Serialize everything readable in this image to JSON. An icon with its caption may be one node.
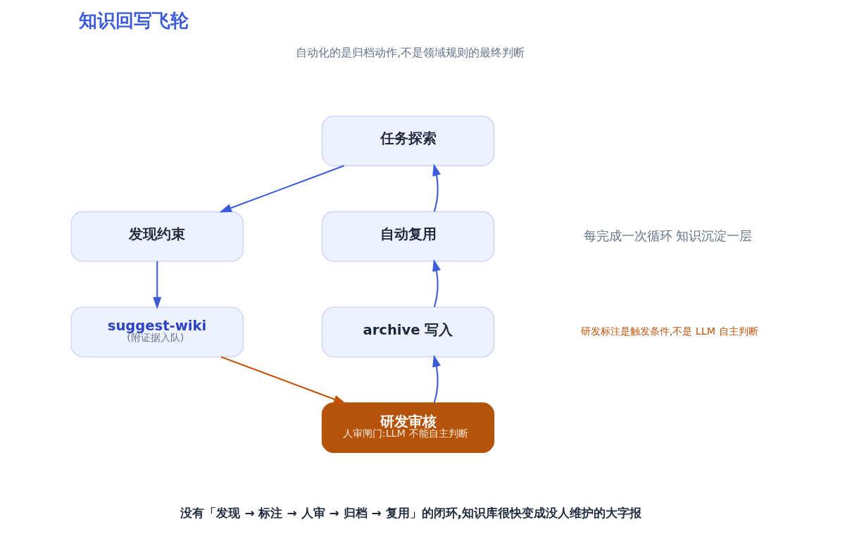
{
  "diagram": {
    "title": "知识回写飞轮",
    "caption": "没有「发现 → 标注 → 人审 → 归档 → 复用」的闭环,知识库很快变成没人维护的大字报",
    "nodes": [
      {
        "text": [
          "任务探索"
        ]
      },
      {
        "text": [
          "发现约束"
        ]
      },
      {
        "text": [
          "suggest-wiki",
          "(附证据入队)"
        ]
      },
      {
        "text": [
          "研发审核",
          "人审闸门:LLM 不能自主判断"
        ]
      },
      {
        "text": [
          "archive 写入"
        ]
      },
      {
        "text": [
          "自动复用"
        ]
      }
    ],
    "edges": [
      {
        "from": 0,
        "to": 1,
        "arrow": "to"
      },
      {
        "from": 1,
        "to": 2,
        "arrow": "to"
      },
      {
        "from": 2,
        "to": 3,
        "arrow": "to",
        "color": "#c2540a"
      },
      {
        "from": 3,
        "to": 4,
        "arrow": "to"
      },
      {
        "from": 4,
        "to": 5,
        "arrow": "to"
      },
      {
        "from": 5,
        "to": 0,
        "arrow": "to"
      }
    ],
    "labels": [
      "自动化的是归档动作,不是领域规则的最终判断",
      "每完成一次循环 知识沉淀一层",
      "研发标注是触发条件,不是 LLM 自主判断"
    ]
  }
}
